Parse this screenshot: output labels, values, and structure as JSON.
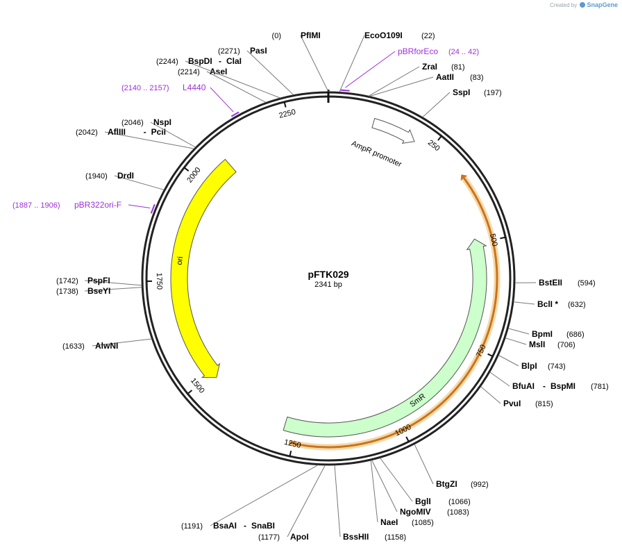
{
  "credit": {
    "prefix": "Created by",
    "brand": "SnapGene"
  },
  "plasmid": {
    "name": "pFTK029",
    "length_label": "2341 bp",
    "length": 2341
  },
  "colors": {
    "backbone": "#222222",
    "primer": "#9b30d9",
    "ori": "#ffff00",
    "smr": "#ccffcc",
    "orf": "#c8741f",
    "orf_glow": "#f7d9a8",
    "promoter": "#ffffff"
  },
  "ticks": [
    250,
    500,
    750,
    1000,
    1250,
    1500,
    1750,
    2000,
    2250
  ],
  "enzymes": [
    {
      "name": "PfIMI",
      "pos": "(0)"
    },
    {
      "name": "EcoO109I",
      "pos": "(22)"
    },
    {
      "name": "ZraI",
      "pos": "(81)"
    },
    {
      "name": "AatII",
      "pos": "(83)"
    },
    {
      "name": "SspI",
      "pos": "(197)"
    },
    {
      "name": "BstEII",
      "pos": "(594)"
    },
    {
      "name": "BclI *",
      "pos": "(632)"
    },
    {
      "name": "BpmI",
      "pos": "(686)"
    },
    {
      "name": "MslI",
      "pos": "(706)"
    },
    {
      "name": "BlpI",
      "pos": "(743)"
    },
    {
      "name": "BfuAI",
      "name2": "BspMI",
      "pos": "(781)"
    },
    {
      "name": "PvuI",
      "pos": "(815)"
    },
    {
      "name": "BtgZI",
      "pos": "(992)"
    },
    {
      "name": "BglI",
      "pos": "(1066)"
    },
    {
      "name": "NgoMIV",
      "pos": "(1083)"
    },
    {
      "name": "NaeI",
      "pos": "(1085)"
    },
    {
      "name": "BssHII",
      "pos": "(1158)"
    },
    {
      "name": "ApoI",
      "pos": "(1177)"
    },
    {
      "name": "BsaAI",
      "name2": "SnaBI",
      "pos": "(1191)"
    },
    {
      "name": "AlwNI",
      "pos": "(1633)"
    },
    {
      "name": "PspFI",
      "pos": "(1742)"
    },
    {
      "name": "BseYI",
      "pos": "(1738)"
    },
    {
      "name": "DrdI",
      "pos": "(1940)"
    },
    {
      "name": "AflIII",
      "name2": "PciI",
      "pos": "(2042)"
    },
    {
      "name": "NspI",
      "pos": "(2046)"
    },
    {
      "name": "AseI",
      "pos": "(2214)"
    },
    {
      "name": "BspDI",
      "name2": "ClaI",
      "pos": "(2244)"
    },
    {
      "name": "PasI",
      "pos": "(2271)"
    }
  ],
  "primers": [
    {
      "name": "pBRforEco",
      "range": "(24 .. 42)",
      "start": 24,
      "end": 42
    },
    {
      "name": "L4440",
      "range": "(2140 .. 2157)",
      "start": 2140,
      "end": 2157
    },
    {
      "name": "pBR322ori-F",
      "range": "(1887 .. 1906)",
      "start": 1887,
      "end": 1906
    }
  ],
  "features": [
    {
      "name": "AmpR promoter",
      "type": "promoter",
      "start": 105,
      "end": 209,
      "direction": "forward"
    },
    {
      "name": "SmR",
      "type": "CDS",
      "start": 487,
      "end": 1278,
      "direction": "reverse"
    },
    {
      "name": "",
      "type": "ORF",
      "start": 338,
      "end": 1258,
      "direction": "reverse"
    },
    {
      "name": "ori",
      "type": "rep_origin",
      "start": 1486,
      "end": 2075,
      "direction": "reverse"
    }
  ]
}
